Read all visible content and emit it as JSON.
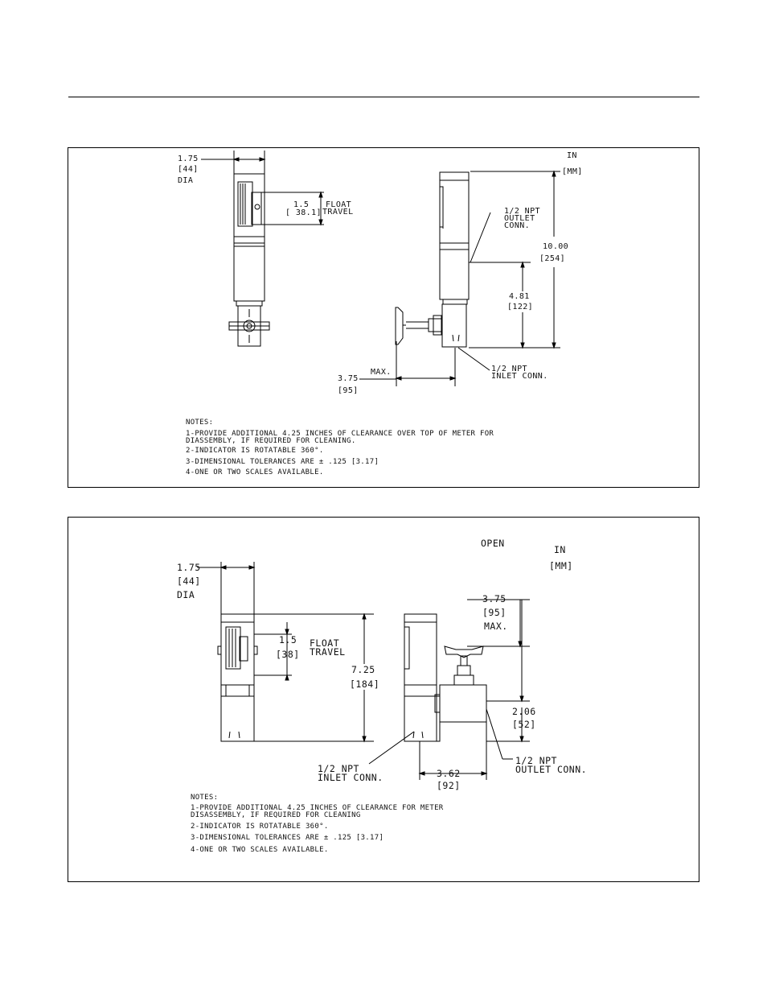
{
  "figure1": {
    "units_in": "IN",
    "units_mm": "[MM]",
    "dia_in": "1.75",
    "dia_mm": "[44]",
    "dia_label": "DIA",
    "float_in": "1.5",
    "float_mm": "[ 38.1]",
    "float_label_1": "FLOAT",
    "float_label_2": "TRAVEL",
    "outlet_label_1": "1/2 NPT",
    "outlet_label_2": "OUTLET",
    "outlet_label_3": "CONN.",
    "height_in": "10.00",
    "height_mm": "[254]",
    "inlet_height_in": "4.81",
    "inlet_height_mm": "[122]",
    "max_label": "MAX.",
    "valve_in": "3.75",
    "valve_mm": "[95]",
    "inlet_label_1": "1/2 NPT",
    "inlet_label_2": "INLET CONN.",
    "notes_title": "NOTES:",
    "notes": [
      "1-PROVIDE ADDITIONAL 4.25 INCHES OF CLEARANCE OVER TOP OF METER FOR",
      "DIASSEMBLY, IF REQUIRED FOR CLEANING.",
      "2-INDICATOR IS ROTATABLE 360°.",
      "3-DIMENSIONAL TOLERANCES ARE ± .125 [3.17]",
      "4-ONE OR TWO SCALES AVAILABLE."
    ]
  },
  "figure2": {
    "open_label": "OPEN",
    "units_in": "IN",
    "units_mm": "[MM]",
    "dia_in": "1.75",
    "dia_mm": "[44]",
    "dia_label": "DIA",
    "float_in": "1.5",
    "float_mm": "[38]",
    "float_label_1": "FLOAT",
    "float_label_2": "TRAVEL",
    "height_in": "7.25",
    "height_mm": "[184]",
    "valve_in": "3.75",
    "valve_mm": "[95]",
    "max_label": "MAX.",
    "outlet_height_in": "2.06",
    "outlet_height_mm": "[52]",
    "inlet_label_1": "1/2 NPT",
    "inlet_label_2": "INLET CONN.",
    "width_in": "3.62",
    "width_mm": "[92]",
    "outlet_label_1": "1/2 NPT",
    "outlet_label_2": "OUTLET CONN.",
    "notes_title": "NOTES:",
    "notes": [
      "1-PROVIDE ADDITIONAL 4.25 INCHES OF CLEARANCE FOR METER",
      "DISASSEMBLY, IF REQUIRED FOR CLEANING",
      "2-INDICATOR IS ROTATABLE 360°.",
      "3-DIMENSIONAL TOLERANCES ARE ± .125 [3.17]",
      "4-ONE OR TWO SCALES AVAILABLE."
    ]
  }
}
